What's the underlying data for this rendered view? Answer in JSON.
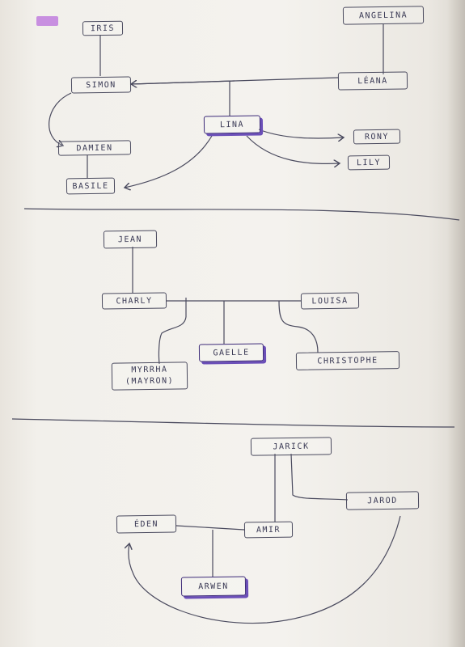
{
  "colors": {
    "ink": "#4a4a5e",
    "highlight": "#6b4fb8",
    "tab": "#c88fe0"
  },
  "section1": {
    "iris": "IRIS",
    "angelina": "ANGELINA",
    "simon": "SIMON",
    "leana": "LÉANA",
    "lina": "LINA",
    "rony": "RONY",
    "lily": "LILY",
    "damien": "DAMIEN",
    "basile": "BASILE"
  },
  "section2": {
    "jean": "JEAN",
    "charly": "CHARLY",
    "louisa": "LOUISA",
    "myrrha_line1": "MYRRHA",
    "myrrha_line2": "(MAYRON)",
    "gaelle": "GAELLE",
    "christophe": "CHRISTOPHE"
  },
  "section3": {
    "jarick": "JARICK",
    "jarod": "JAROD",
    "eden": "ÉDEN",
    "amir": "AMIR",
    "arwen": "ARWEN"
  }
}
